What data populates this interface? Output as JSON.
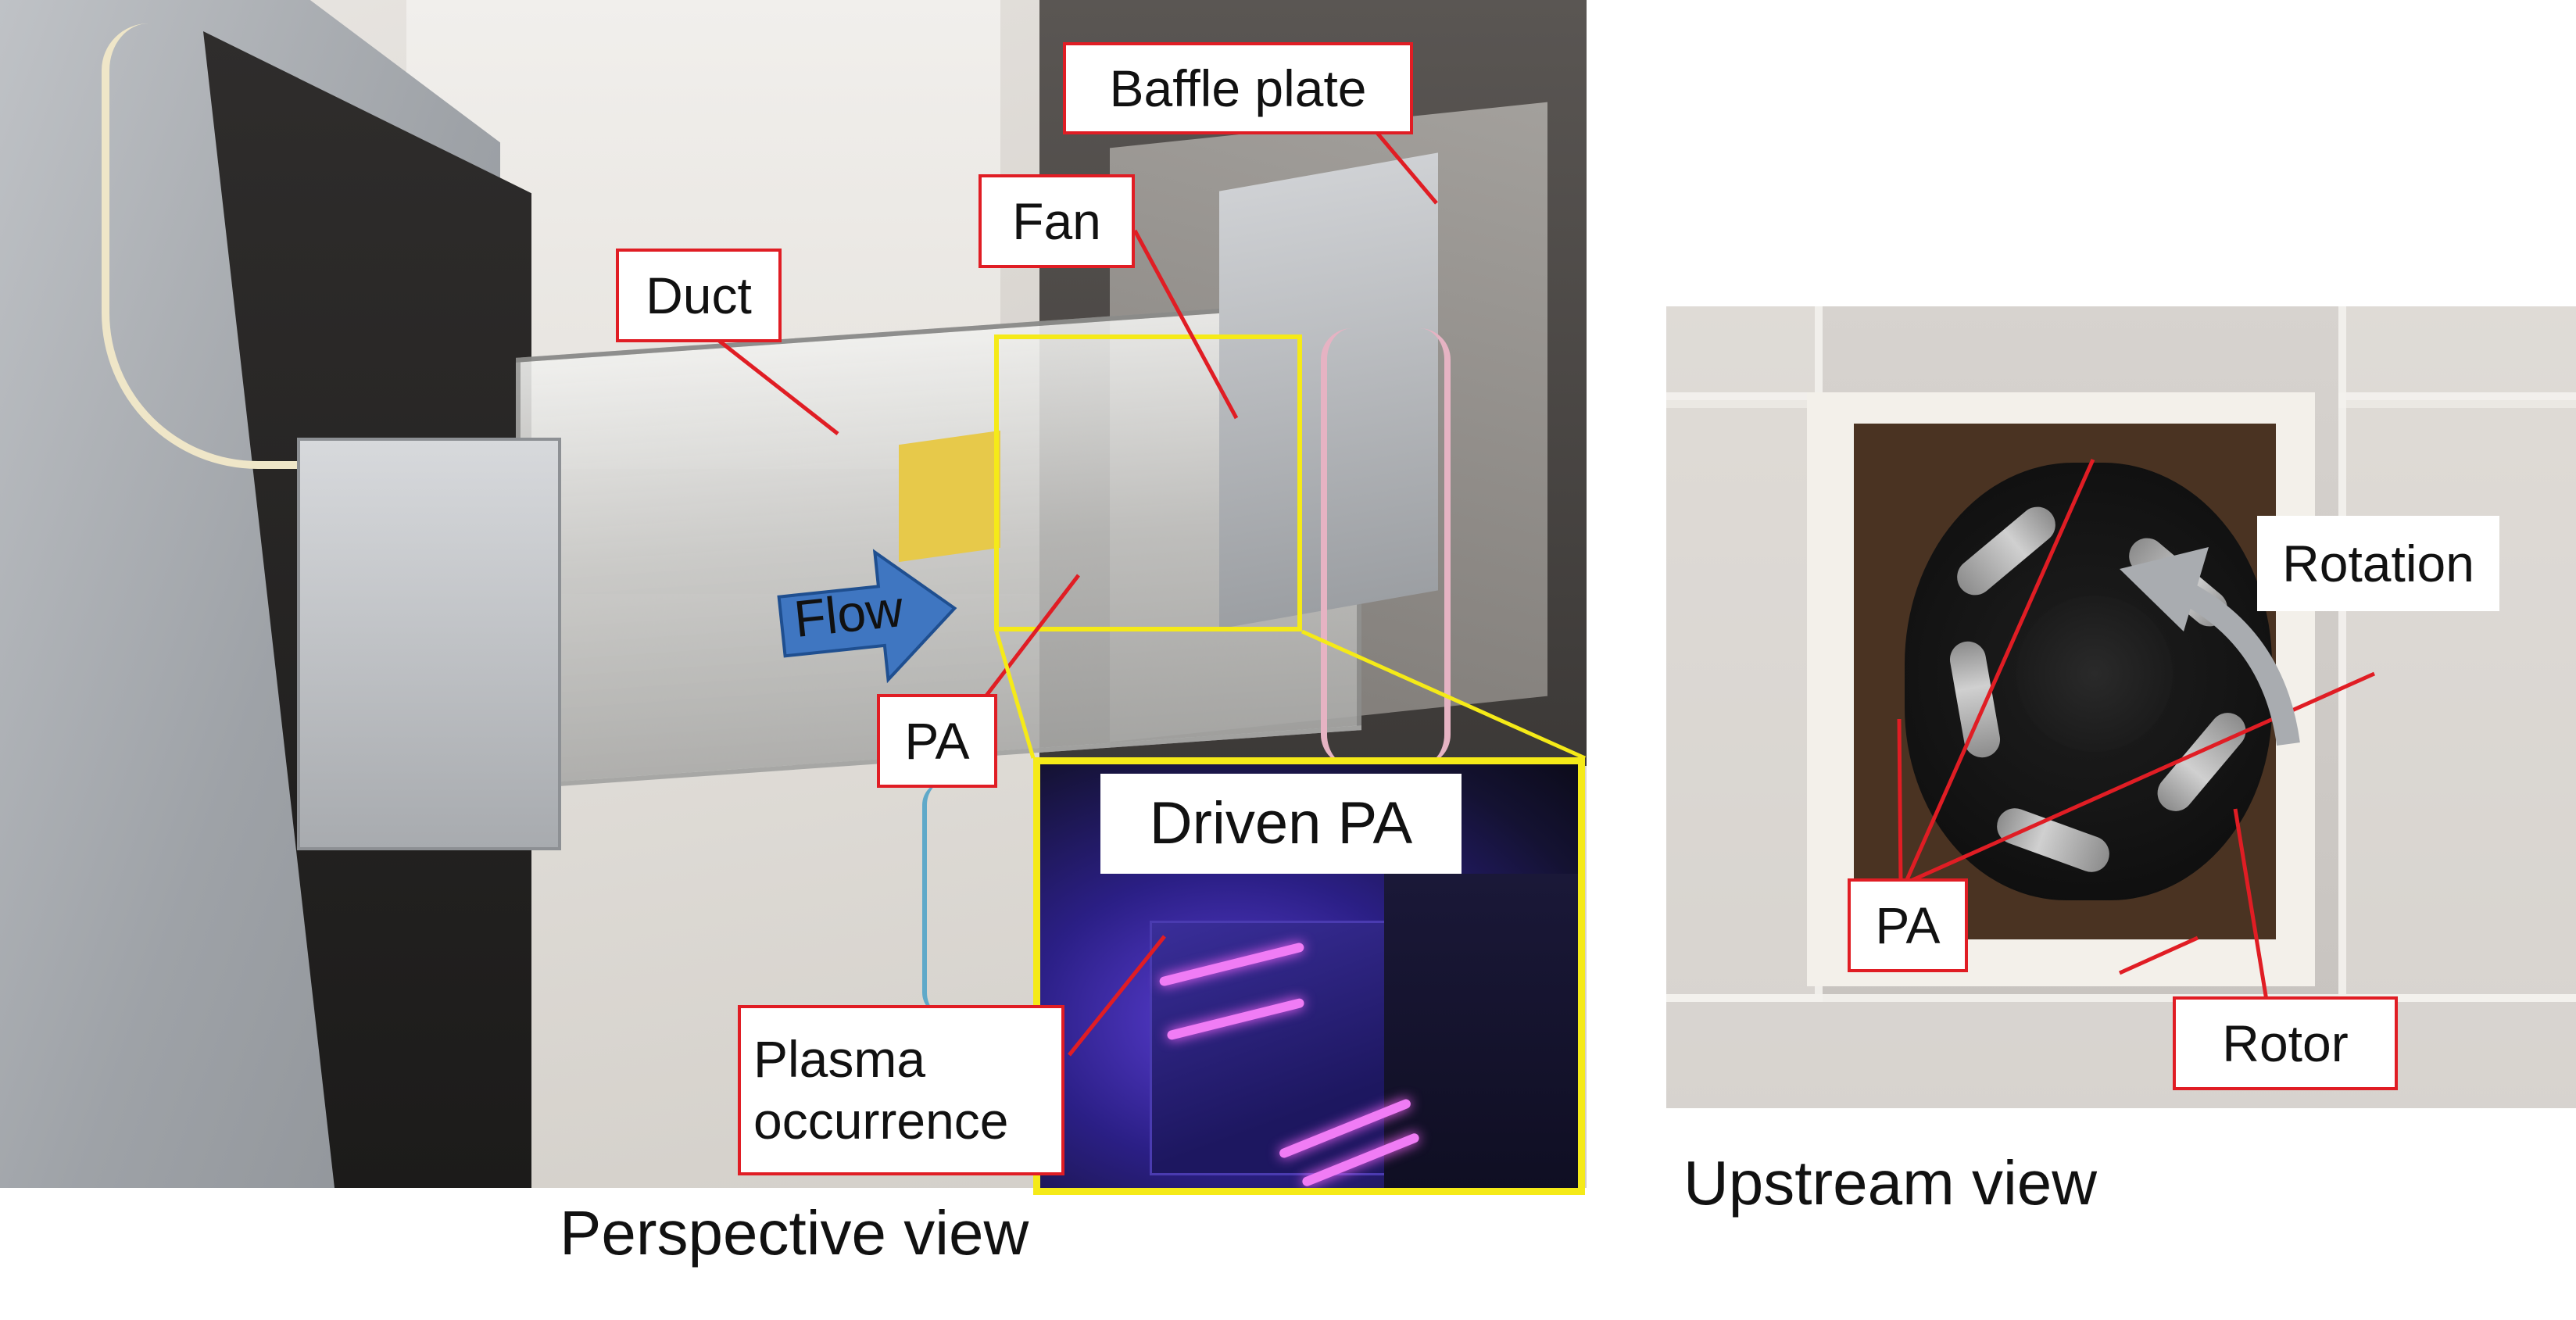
{
  "photos": {
    "perspective": {
      "labels": {
        "baffle_plate": "Baffle plate",
        "fan": "Fan",
        "duct": "Duct",
        "flow": "Flow",
        "pa": "PA"
      },
      "inset": {
        "title": "Driven PA",
        "plasma_label": "Plasma\noccurrence"
      },
      "caption": "Perspective view"
    },
    "upstream": {
      "labels": {
        "rotation": "Rotation",
        "pa": "PA",
        "rotor": "Rotor"
      },
      "caption": "Upstream view"
    }
  },
  "colors": {
    "label_border": "#e01d24",
    "leader_line": "#e01d24",
    "highlight_box": "#f5ea18",
    "flow_arrow": "#3f76c1",
    "rotation_arrow": "#a9acb0",
    "plasma": "#f07cf5"
  }
}
